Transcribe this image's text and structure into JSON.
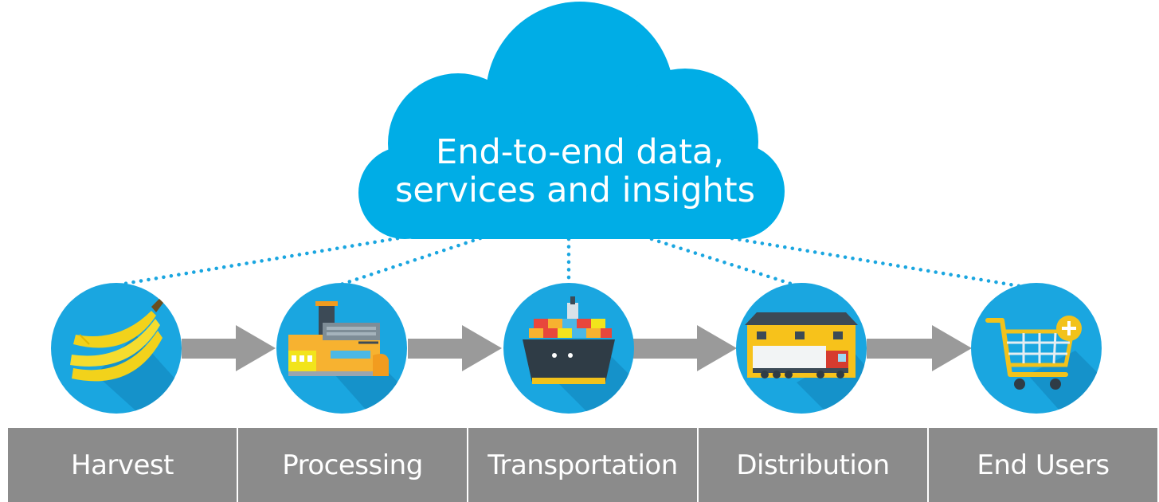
{
  "cloud": {
    "line1": "End-to-end data,",
    "line2": "services and insights",
    "color": "#00ADE6"
  },
  "stages": [
    {
      "label": "Harvest",
      "icon": "banana-icon"
    },
    {
      "label": "Processing",
      "icon": "factory-icon"
    },
    {
      "label": "Transportation",
      "icon": "cargo-ship-icon"
    },
    {
      "label": "Distribution",
      "icon": "warehouse-truck-icon"
    },
    {
      "label": "End Users",
      "icon": "shopping-cart-icon"
    }
  ],
  "colors": {
    "circle": "#1AA6E0",
    "dots": "#1AA6E0",
    "arrow": "#9A9A9A",
    "label_bar": "#8B8B8B"
  }
}
